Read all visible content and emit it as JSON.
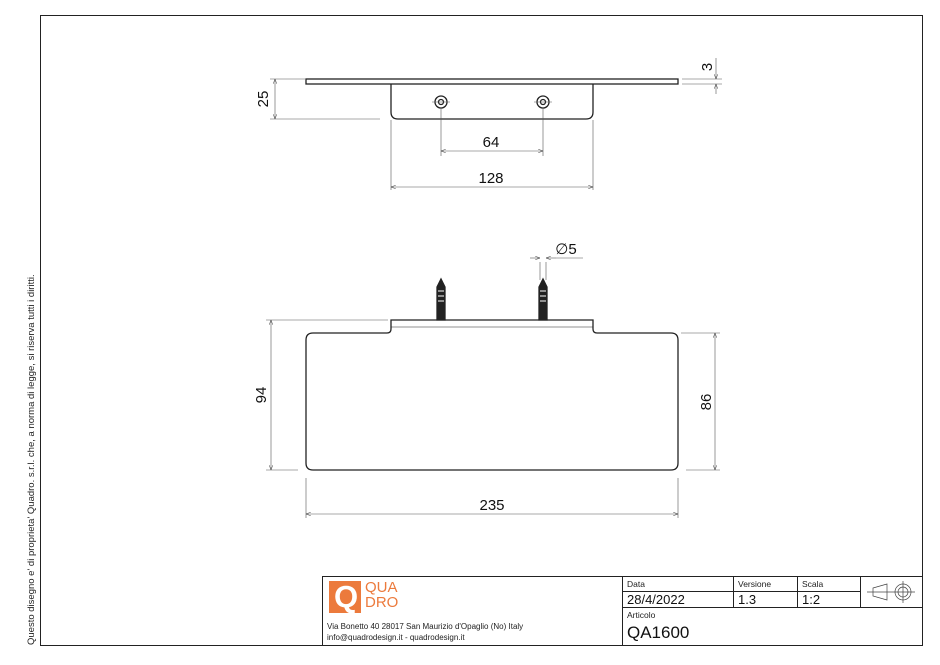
{
  "side_note": "Questo disegno e' di proprieta' Quadro. s.r.l. che, a norma di legge, si riserva tutti i diritti.",
  "drawing": {
    "top_view": {
      "dimensions": {
        "thickness": "3",
        "height": "25",
        "hole_spacing": "64",
        "bracket_width": "128"
      }
    },
    "front_view": {
      "dimensions": {
        "screw_diameter": "∅5",
        "overall_height": "94",
        "body_height": "86",
        "overall_width": "235"
      }
    }
  },
  "title_block": {
    "logo": {
      "mark": "Q",
      "line1": "QUA",
      "line2": "DRO",
      "color": "#ec7a3c"
    },
    "address_line1": "Via Bonetto 40  28017 San Maurizio d'Opaglio (No) Italy",
    "address_line2": "info@quadrodesign.it  -  quadrodesign.it",
    "date_label": "Data",
    "date_value": "28/4/2022",
    "version_label": "Versione",
    "version_value": "1.3",
    "scale_label": "Scala",
    "scale_value": "1:2",
    "article_label": "Articolo",
    "article_value": "QA1600",
    "projection_symbol": "first-angle-projection-icon"
  }
}
